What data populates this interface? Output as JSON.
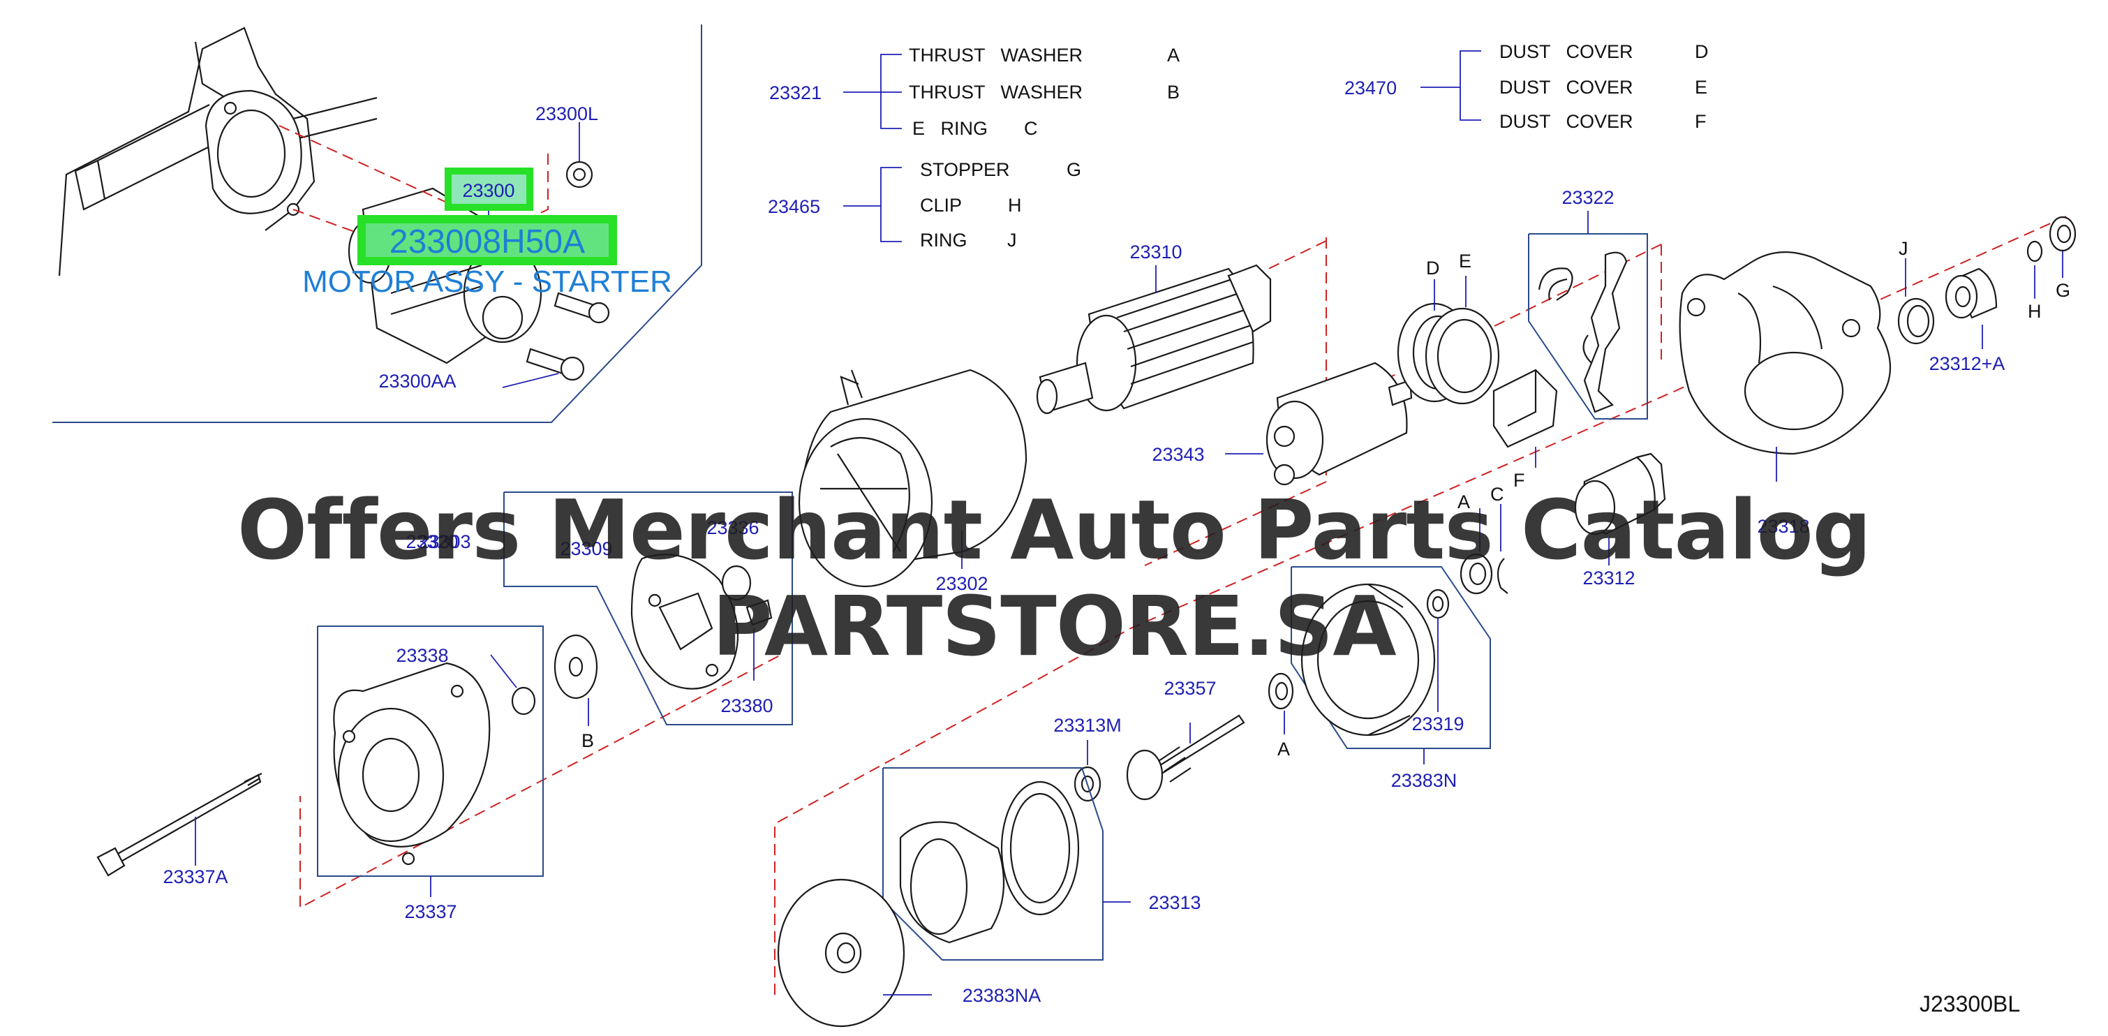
{
  "diagram": {
    "code": "J23300BL",
    "watermark": "Offers Merchant Auto Parts Catalog PARTSTORE.SA",
    "highlight": {
      "ref": "23300",
      "part_number": "233008H50A",
      "name": "MOTOR ASSY - STARTER"
    },
    "callouts": {
      "p23300L": "23300L",
      "p23300": "23300",
      "p23300AA": "23300AA",
      "p23321": "23321",
      "p23465": "23465",
      "p23470": "23470",
      "p23310": "23310",
      "p23322": "23322",
      "p23343": "23343",
      "p23302": "23302",
      "p23312A": "23312+A",
      "p23312": "23312",
      "p23318": "23318",
      "p23303": "23303",
      "p23336": "23336",
      "p23309": "23309",
      "p23320": "23320",
      "p23380": "23380",
      "p23338": "23338",
      "p23337A": "23337A",
      "p23337": "23337",
      "p23357": "23357",
      "p23313M": "23313M",
      "p23319": "23319",
      "p23383N": "23383N",
      "p23313": "23313",
      "p23383NA": "23383NA"
    },
    "letters": {
      "A1": "A",
      "A2": "A",
      "B": "B",
      "C": "C",
      "D": "D",
      "E": "E",
      "F": "F",
      "G": "G",
      "H": "H",
      "J": "J"
    },
    "legend_23321": [
      {
        "name": "THRUST   WASHER",
        "code": "A"
      },
      {
        "name": "THRUST   WASHER",
        "code": "B"
      },
      {
        "name": "E   RING",
        "code": "C"
      }
    ],
    "legend_23465": [
      {
        "name": "STOPPER",
        "code": "G"
      },
      {
        "name": "CLIP",
        "code": "H"
      },
      {
        "name": "RING",
        "code": "J"
      }
    ],
    "legend_23470": [
      {
        "name": "DUST   COVER",
        "code": "D"
      },
      {
        "name": "DUST   COVER",
        "code": "E"
      },
      {
        "name": "DUST   COVER",
        "code": "F"
      }
    ],
    "colors": {
      "callout_blue": "#1f1fb4",
      "highlight_green": "#27e027",
      "highlight_text": "#1f7fd6",
      "dashed_red": "#d02020"
    }
  }
}
